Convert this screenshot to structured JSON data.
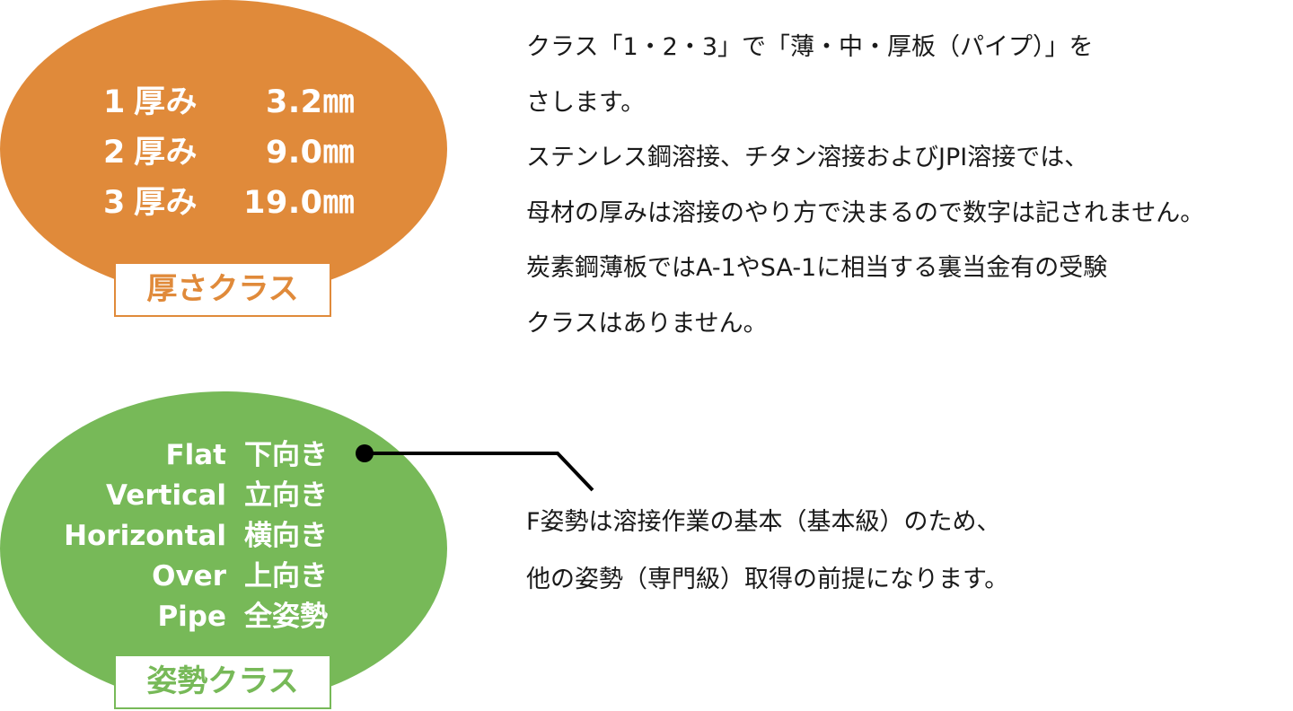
{
  "thickness_class": {
    "rows": [
      {
        "num": "1",
        "label": "厚み",
        "value": "3.2㎜"
      },
      {
        "num": "2",
        "label": "厚み",
        "value": "9.0㎜"
      },
      {
        "num": "3",
        "label": "厚み",
        "value": "19.0㎜"
      }
    ],
    "label": "厚さクラス",
    "description": [
      "クラス「1・2・3」で「薄・中・厚板（パイプ）」を",
      "さします。",
      "ステンレス鋼溶接、チタン溶接およびJPI溶接では、",
      "母材の厚みは溶接のやり方で決まるので数字は記されません。",
      "炭素鋼薄板ではA-1やSA-1に相当する裏当金有の受験",
      "クラスはありません。"
    ]
  },
  "position_class": {
    "rows": [
      {
        "en": "Flat",
        "ja": "下向き"
      },
      {
        "en": "Vertical",
        "ja": "立向き"
      },
      {
        "en": "Horizontal",
        "ja": "横向き"
      },
      {
        "en": "Over",
        "ja": "上向き"
      },
      {
        "en": "Pipe",
        "ja": "全姿勢"
      }
    ],
    "label": "姿勢クラス",
    "description": [
      "F姿勢は溶接作業の基本（基本級）のため、",
      "他の姿勢（専門級）取得の前提になります。"
    ]
  },
  "colors": {
    "thickness_accent": "#e08a3a",
    "position_accent": "#77b958",
    "text": "#1a1a1a",
    "connector": "#000000"
  }
}
